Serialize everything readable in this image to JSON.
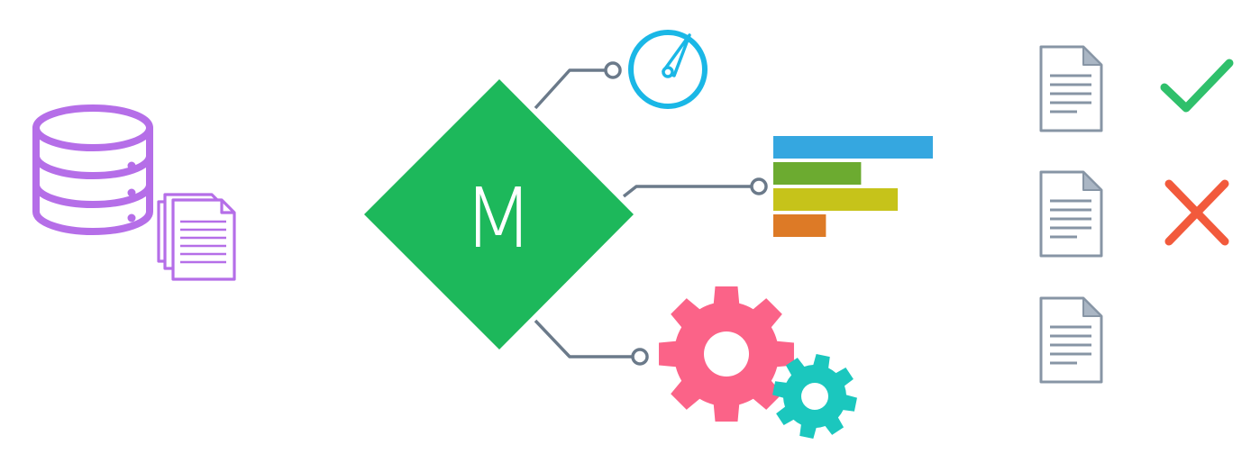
{
  "model": {
    "letter": "M",
    "color": "#1db85b"
  },
  "colors": {
    "database": "#b56ee8",
    "connector": "#6b7a8a",
    "speedometer": "#1ab7e6",
    "gear_large": "#fb6388",
    "gear_small": "#1bc7be",
    "document_outline": "#8795a5",
    "document_fold": "#aab6c4",
    "check": "#2fc06b",
    "cross": "#f25a3c"
  },
  "bars": [
    {
      "value": 1.0,
      "color": "#35a7e0"
    },
    {
      "value": 0.55,
      "color": "#6cab30"
    },
    {
      "value": 0.78,
      "color": "#c6c31a"
    },
    {
      "value": 0.33,
      "color": "#dd7a26"
    }
  ],
  "icons": {
    "database": "database-icon",
    "files": "file-stack-icon",
    "speedometer": "speedometer-icon",
    "bar_chart": "bar-chart-icon",
    "gears": "gears-icon",
    "document": "document-icon",
    "check": "check-icon",
    "cross": "cross-icon"
  },
  "results": [
    {
      "status": "check"
    },
    {
      "status": "cross"
    },
    {
      "status": "none"
    }
  ]
}
